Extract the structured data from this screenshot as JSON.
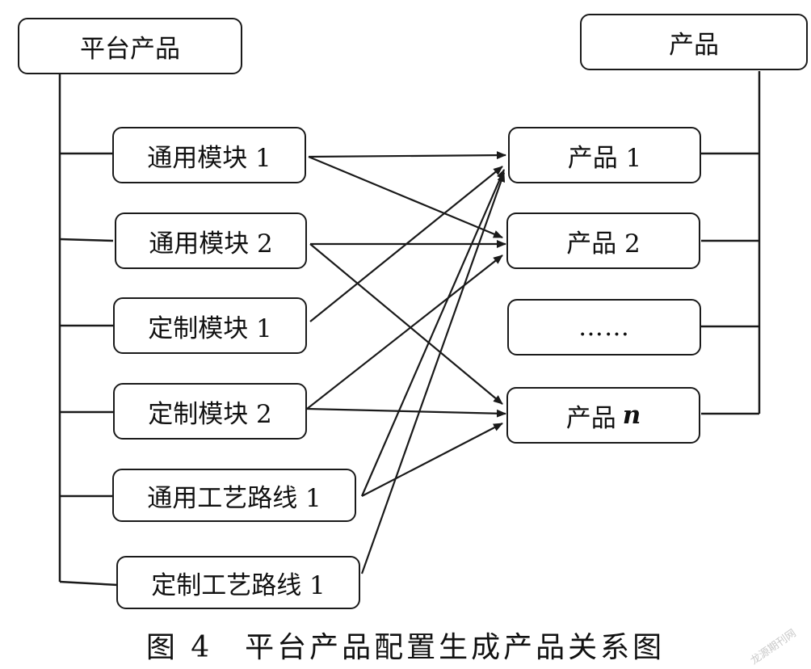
{
  "left_header": "平台产品",
  "right_header": "产品",
  "modules": [
    "通用模块 1",
    "通用模块 2",
    "定制模块 1",
    "定制模块 2",
    "通用工艺路线 1",
    "定制工艺路线 1"
  ],
  "products": [
    {
      "label": "产品 1",
      "var": ""
    },
    {
      "label": "产品 2",
      "var": ""
    },
    {
      "label": "……",
      "var": ""
    },
    {
      "label": "产品",
      "var": "n"
    }
  ],
  "caption": "图 4　平台产品配置生成产品关系图",
  "watermark": "龙源期刊网",
  "links": [
    [
      0,
      0
    ],
    [
      0,
      1
    ],
    [
      1,
      1
    ],
    [
      1,
      3
    ],
    [
      2,
      0
    ],
    [
      3,
      1
    ],
    [
      3,
      3
    ],
    [
      4,
      0
    ],
    [
      4,
      3
    ],
    [
      5,
      0
    ]
  ],
  "colors": {
    "line": "#1a1a1a",
    "text": "#111111",
    "watermark": "#c9c9c9"
  }
}
